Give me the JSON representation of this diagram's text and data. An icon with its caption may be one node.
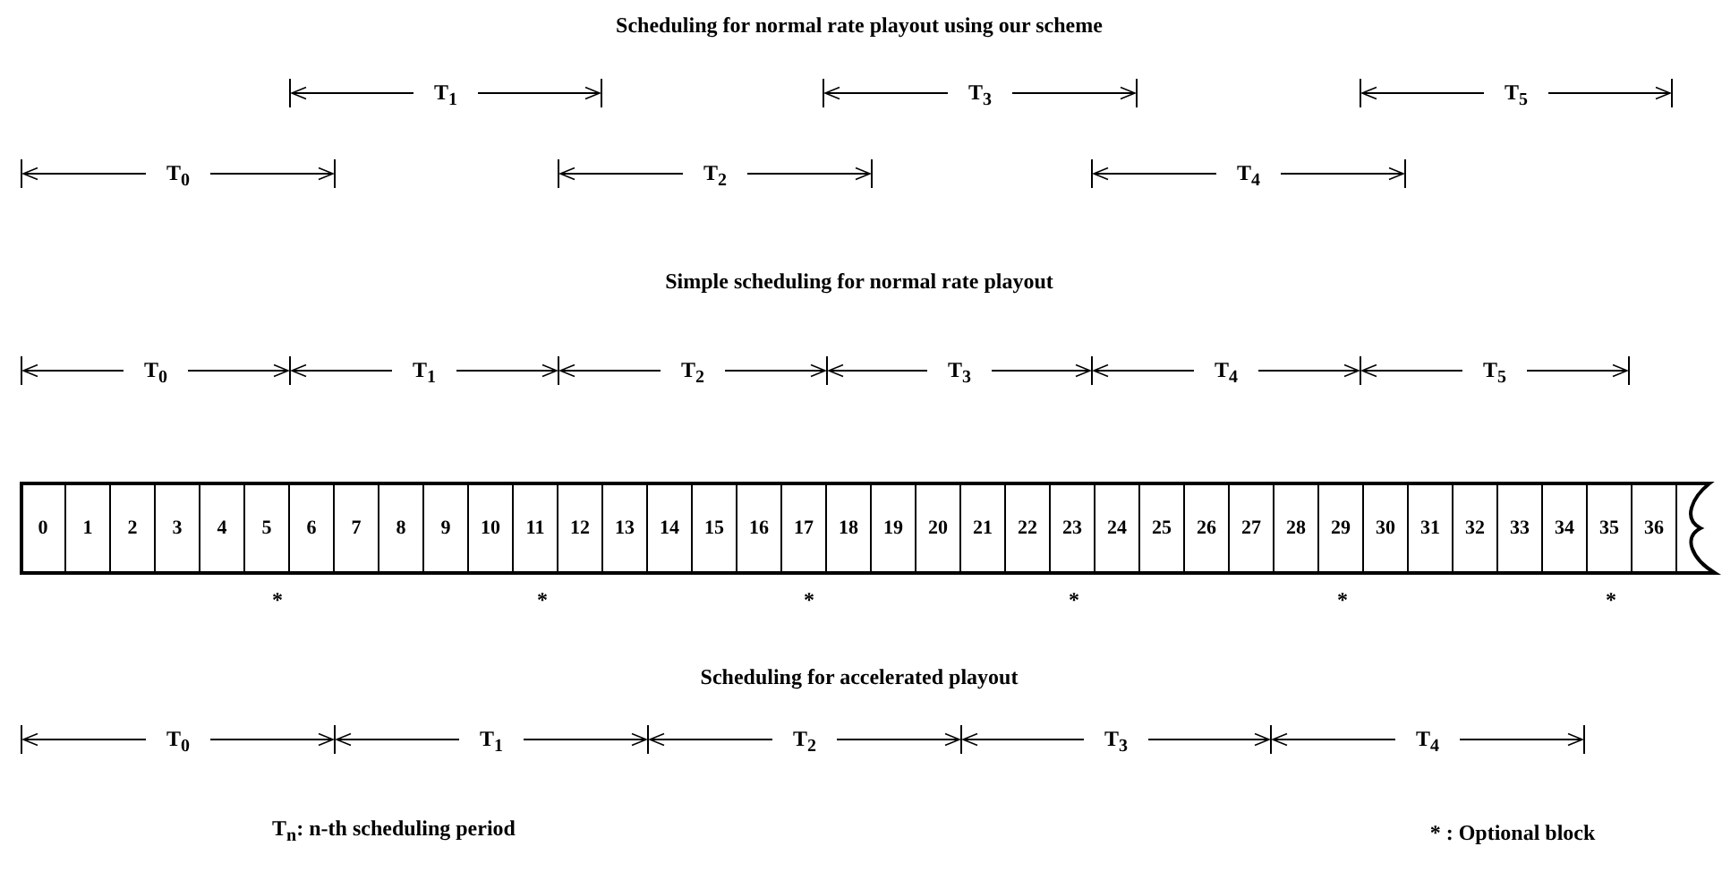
{
  "diagram": {
    "nodes": [
      {
        "text": [
          "0"
        ]
      },
      {
        "text": [
          "1"
        ]
      },
      {
        "text": [
          "2"
        ]
      },
      {
        "text": [
          "3"
        ]
      },
      {
        "text": [
          "4"
        ]
      },
      {
        "text": [
          "5"
        ]
      },
      {
        "text": [
          "6"
        ]
      },
      {
        "text": [
          "7"
        ]
      },
      {
        "text": [
          "8"
        ]
      },
      {
        "text": [
          "9"
        ]
      },
      {
        "text": [
          "10"
        ]
      },
      {
        "text": [
          "11"
        ]
      },
      {
        "text": [
          "12"
        ]
      },
      {
        "text": [
          "13"
        ]
      },
      {
        "text": [
          "14"
        ]
      },
      {
        "text": [
          "15"
        ]
      },
      {
        "text": [
          "16"
        ]
      },
      {
        "text": [
          "17"
        ]
      },
      {
        "text": [
          "18"
        ]
      },
      {
        "text": [
          "19"
        ]
      },
      {
        "text": [
          "20"
        ]
      },
      {
        "text": [
          "21"
        ]
      },
      {
        "text": [
          "22"
        ]
      },
      {
        "text": [
          "23"
        ]
      },
      {
        "text": [
          "24"
        ]
      },
      {
        "text": [
          "25"
        ]
      },
      {
        "text": [
          "26"
        ]
      },
      {
        "text": [
          "27"
        ]
      },
      {
        "text": [
          "28"
        ]
      },
      {
        "text": [
          "29"
        ]
      },
      {
        "text": [
          "30"
        ]
      },
      {
        "text": [
          "31"
        ]
      },
      {
        "text": [
          "32"
        ]
      },
      {
        "text": [
          "33"
        ]
      },
      {
        "text": [
          "34"
        ]
      },
      {
        "text": [
          "35"
        ]
      },
      {
        "text": [
          "36"
        ]
      }
    ],
    "labels": [
      "Scheduling for normal rate playout using our scheme",
      "T$_{1}$",
      "T$_{3}$",
      "T$_{5}$",
      "T$_{0}$",
      "T$_{2}$",
      "T$_{4}$",
      "Simple scheduling for normal rate playout",
      "T$_{0}$",
      "T$_{1}$",
      "T$_{2}$",
      "T$_{3}$",
      "T$_{4}$",
      "T$_{5}$",
      "*",
      "*",
      "*",
      "*",
      "*",
      "*",
      "Scheduling for accelerated playout",
      "T$_{0}$",
      "T$_{1}$",
      "T$_{2}$",
      "T$_{3}$",
      "T$_{4}$",
      "T$_{n}$: n-th scheduling period",
      "* : Optional block"
    ]
  }
}
